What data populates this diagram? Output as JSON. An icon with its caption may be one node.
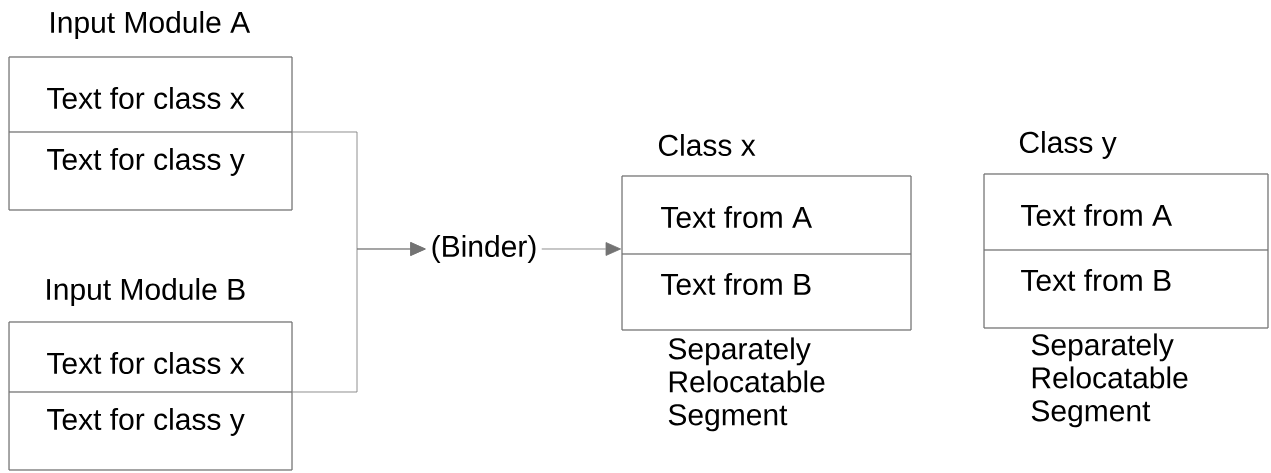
{
  "diagram": {
    "nodes": [
      {
        "text": [
          "Input Module A"
        ]
      },
      {
        "text": [
          "Text for class x"
        ],
        "in": 0
      },
      {
        "text": [
          "Text for class y"
        ],
        "in": 0
      },
      {
        "text": [
          "Input Module B"
        ]
      },
      {
        "text": [
          "Text for class x"
        ],
        "in": 3
      },
      {
        "text": [
          "Text for class y"
        ],
        "in": 3
      },
      {
        "text": [
          "(Binder)"
        ]
      },
      {
        "text": [
          "Class x"
        ],
        "beside": [
          "Separately Relocatable Segment"
        ]
      },
      {
        "text": [
          "Text from A"
        ],
        "in": 7
      },
      {
        "text": [
          "Text from B"
        ],
        "in": 7
      },
      {
        "text": [
          "Class y"
        ],
        "beside": [
          "Separately Relocatable Segment"
        ]
      },
      {
        "text": [
          "Text from A"
        ],
        "in": 10
      },
      {
        "text": [
          "Text from B"
        ],
        "in": 10
      }
    ],
    "edges": [
      {
        "from": 0,
        "to": 6,
        "arrow": "to"
      },
      {
        "from": 3,
        "to": 6,
        "arrow": "to"
      },
      {
        "from": 6,
        "to": 7,
        "arrow": "to"
      }
    ]
  }
}
